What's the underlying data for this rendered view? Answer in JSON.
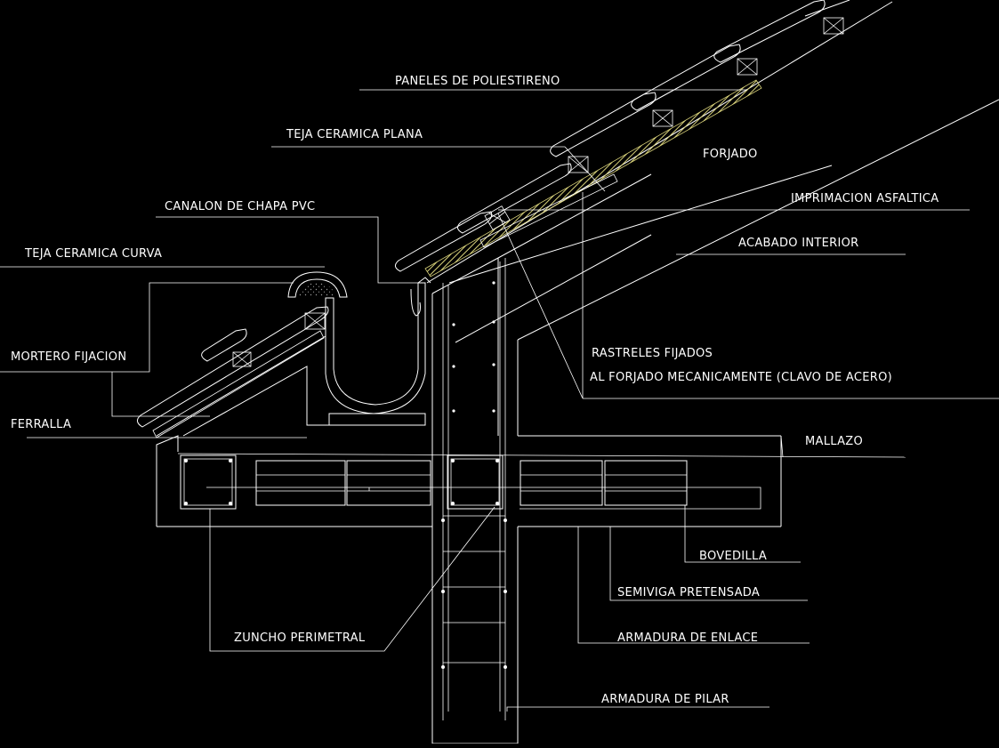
{
  "labels": {
    "paneles": "PANELES DE POLIESTIRENO",
    "teja_plana": "TEJA CERAMICA PLANA",
    "forjado": "FORJADO",
    "canalon": "CANALON DE CHAPA PVC",
    "imprimacion": "IMPRIMACION ASFALTICA",
    "teja_curva": "TEJA CERAMICA CURVA",
    "acabado": "ACABADO INTERIOR",
    "rastreles_1": "RASTRELES FIJADOS",
    "rastreles_2": "AL FORJADO MECANICAMENTE (CLAVO DE ACERO)",
    "mortero": "MORTERO FIJACION",
    "ferralla": "FERRALLA",
    "mallazo": "MALLAZO",
    "bovedilla": "BOVEDILLA",
    "semiviga": "SEMIVIGA PRETENSADA",
    "zuncho": "ZUNCHO PERIMETRAL",
    "armadura_enlace": "ARMADURA DE ENLACE",
    "armadura_pilar": "ARMADURA DE PILAR"
  },
  "colors": {
    "background": "#000000",
    "linework": "#ffffff",
    "insulation": "#d9d27a",
    "mortar": "#9a9a9a"
  }
}
